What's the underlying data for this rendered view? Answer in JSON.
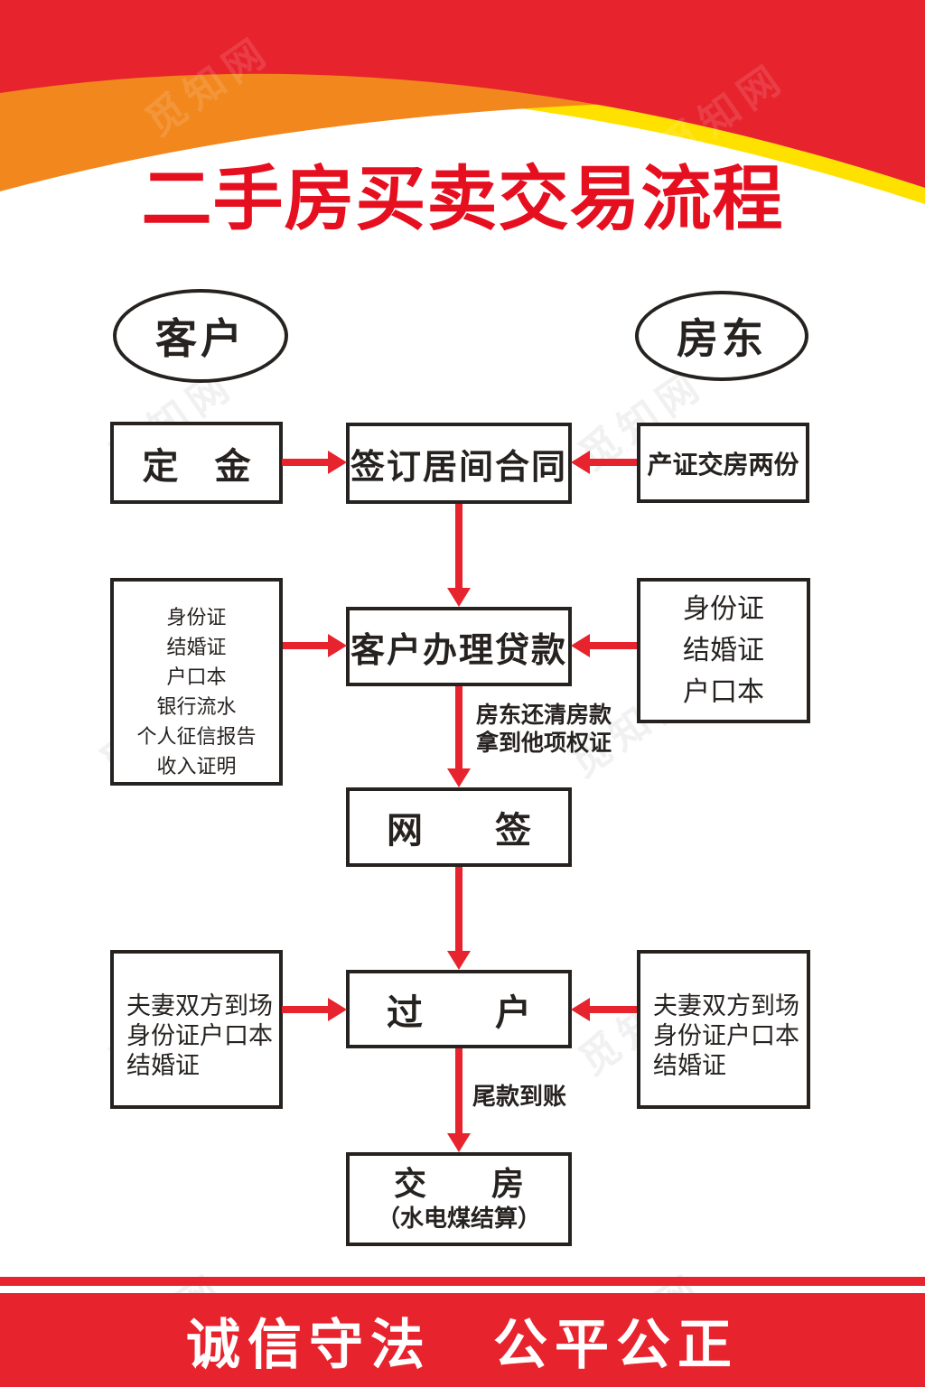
{
  "watermark": {
    "text": "觅知网"
  },
  "header": {
    "title": "二手房买卖交易流程"
  },
  "actors": {
    "customer": "客户",
    "landlord": "房东"
  },
  "flow": {
    "deposit": "定　金",
    "sign_contract": "签订居间合同",
    "property_cert": "产证交房两份",
    "customer_loan_docs": [
      "身份证",
      "结婚证",
      "户口本",
      "银行流水",
      "个人征信报告",
      "收入证明"
    ],
    "customer_loan": "客户办理贷款",
    "landlord_docs": [
      "身份证",
      "结婚证",
      "户口本"
    ],
    "loan_note": [
      "房东还清房款",
      "拿到他项权证"
    ],
    "online_sign": "网　　签",
    "transfer": "过　　户",
    "transfer_docs": [
      "夫妻双方到场",
      "身份证户口本",
      "结婚证"
    ],
    "final_payment_note": "尾款到账",
    "handover_title": "交　　房",
    "handover_subtitle": "（水电煤结算）"
  },
  "footer": {
    "slogan": "诚信守法　公平公正"
  },
  "colors": {
    "red": "#e7232d",
    "orange": "#f2871e",
    "yellow": "#ffe100",
    "ink": "#262220"
  }
}
